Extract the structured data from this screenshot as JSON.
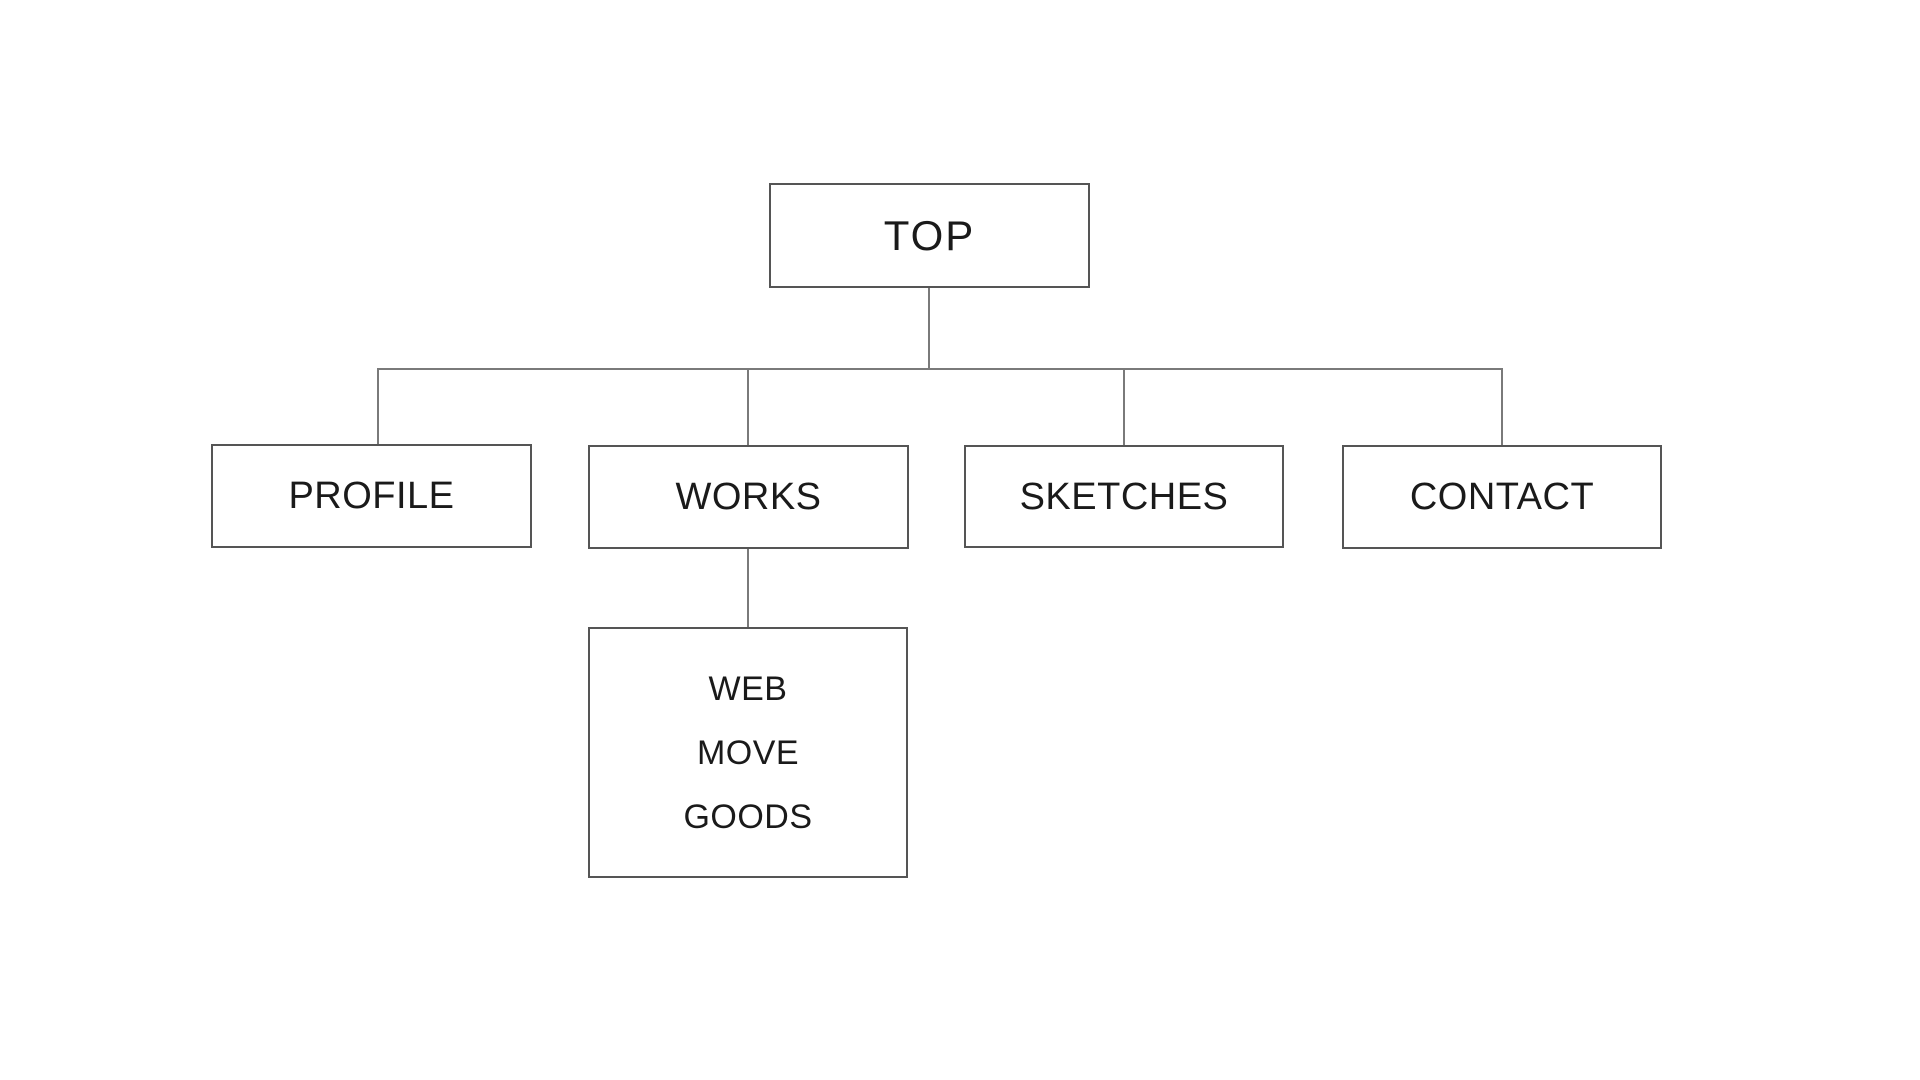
{
  "diagram": {
    "title": "site map",
    "type": "sitemap-tree",
    "colors": {
      "background": "#ffffff",
      "box_border": "#555555",
      "box_fill": "#ffffff",
      "connector": "#7a7a7a",
      "text": "#1a1a1a"
    },
    "nodes": {
      "top": {
        "label": "TOP"
      },
      "profile": {
        "label": "PROFILE"
      },
      "works": {
        "label": "WORKS"
      },
      "sketches": {
        "label": "SKETCHES"
      },
      "contact": {
        "label": "CONTACT"
      },
      "works_children": {
        "items": [
          "WEB",
          "MOVE",
          "GOODS"
        ]
      }
    },
    "edges": [
      {
        "from": "TOP",
        "to": "PROFILE"
      },
      {
        "from": "TOP",
        "to": "WORKS"
      },
      {
        "from": "TOP",
        "to": "SKETCHES"
      },
      {
        "from": "TOP",
        "to": "CONTACT"
      },
      {
        "from": "WORKS",
        "to": "WEB / MOVE / GOODS"
      }
    ]
  }
}
